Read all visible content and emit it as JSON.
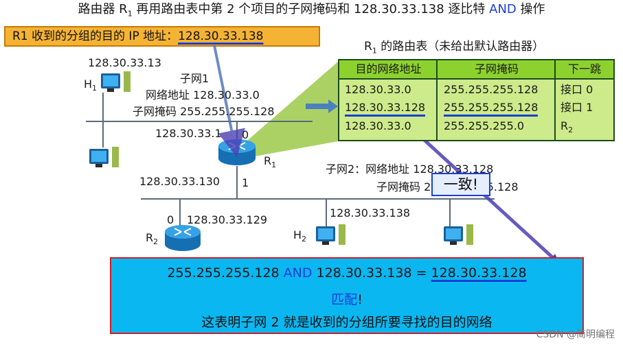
{
  "title": {
    "before": "路由器 R",
    "sub": "1",
    "middle": " 再用路由表中第 2 个项目的子网掩码和 128.30.33.138 逐比特 ",
    "and": "AND",
    "after": " 操作"
  },
  "received": {
    "label": "R1 收到的分组的目的 IP 地址：",
    "ip": "128.30.33.138"
  },
  "routing_table": {
    "caption_pre": "R",
    "caption_sub": "1",
    "caption_post": " 的路由表（未给出默认路由器）",
    "headers": [
      "目的网络地址",
      "子网掩码",
      "下一跳"
    ],
    "rows": [
      {
        "dest": "128.30.33.0",
        "mask": "255.255.255.128",
        "next": "接口 0",
        "next_sub": ""
      },
      {
        "dest": "128.30.33.128",
        "mask": "255.255.255.128",
        "next": "接口 1",
        "next_sub": ""
      },
      {
        "dest": "128.30.33.0",
        "mask": "255.255.255.0",
        "next": "R",
        "next_sub": "2"
      }
    ]
  },
  "hosts": {
    "h1": {
      "ip": "128.30.33.13",
      "label": "H",
      "sub": "1"
    },
    "h2": {
      "ip": "128.30.33.138",
      "label": "H",
      "sub": "2"
    }
  },
  "subnet1": {
    "name": "子网1",
    "addr": "网络地址 128.30.33.0",
    "mask": "子网掩码 255.255.255.128"
  },
  "subnet2": {
    "addr": "子网2：网络地址 128.30.33.128",
    "mask": "子网掩码 255.255.255.128"
  },
  "router1": {
    "label": "R",
    "sub": "1",
    "if0_ip": "128.30.33.1",
    "if0": "0",
    "if1_ip": "128.30.33.130",
    "if1": "1"
  },
  "router2": {
    "label": "R",
    "sub": "2",
    "if0": "0",
    "if0_ip": "128.30.33.129"
  },
  "callout": "一致!",
  "result": {
    "left": "255.255.255.128 ",
    "and": "AND",
    "middle": " 128.30.33.138 = ",
    "ip": "128.30.33.128",
    "match": "匹配",
    "bang": "!",
    "conclusion": "这表明子网 2 就是收到的分组所要寻找的目的网络"
  },
  "watermark": "CSDN @简明编程",
  "colors": {
    "router": "#1f8fd6",
    "table_header": "#8dd12e",
    "table_body": "#cdeb8a",
    "result_box": "#0bb7f0",
    "arrow": "#4b3fb5"
  }
}
